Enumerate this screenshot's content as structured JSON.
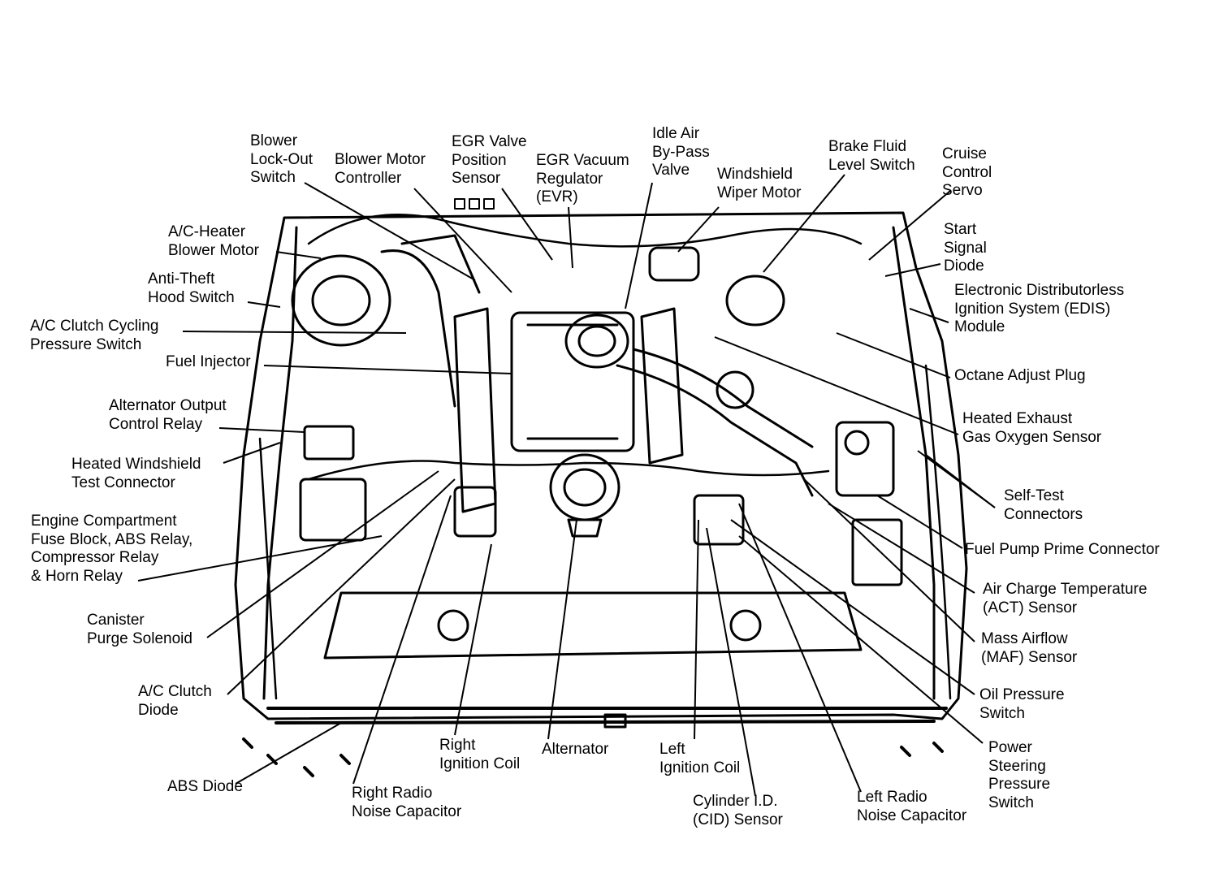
{
  "labels": {
    "blower_lockout_switch": "Blower\nLock-Out\nSwitch",
    "blower_motor_controller": "Blower Motor\nController",
    "egr_valve_position_sensor": "EGR Valve\nPosition\nSensor",
    "egr_vacuum_regulator": "EGR Vacuum\nRegulator\n(EVR)",
    "idle_air_bypass_valve": "Idle Air\nBy-Pass\nValve",
    "windshield_wiper_motor": "Windshield\nWiper Motor",
    "brake_fluid_level_switch": "Brake Fluid\nLevel Switch",
    "cruise_control_servo": "Cruise\nControl\nServo",
    "start_signal_diode": "Start\nSignal\nDiode",
    "edis_module": "Electronic Distributorless\nIgnition System (EDIS)\nModule",
    "octane_adjust_plug": "Octane Adjust Plug",
    "heated_exhaust_gas_oxygen_sensor": "Heated Exhaust\nGas Oxygen Sensor",
    "self_test_connectors": "Self-Test\nConnectors",
    "fuel_pump_prime_connector": "Fuel Pump Prime Connector",
    "air_charge_temperature_sensor": "Air Charge Temperature\n(ACT) Sensor",
    "mass_airflow_sensor": "Mass Airflow\n(MAF) Sensor",
    "oil_pressure_switch": "Oil Pressure\nSwitch",
    "power_steering_pressure_switch": "Power\nSteering\nPressure\nSwitch",
    "left_radio_noise_capacitor": "Left Radio\nNoise Capacitor",
    "cylinder_id_sensor": "Cylinder I.D.\n(CID) Sensor",
    "left_ignition_coil": "Left\nIgnition Coil",
    "alternator": "Alternator",
    "right_ignition_coil": "Right\nIgnition Coil",
    "right_radio_noise_capacitor": "Right Radio\nNoise Capacitor",
    "abs_diode": "ABS Diode",
    "ac_clutch_diode": "A/C Clutch\nDiode",
    "canister_purge_solenoid": "Canister\nPurge Solenoid",
    "engine_compartment_fuse_block": "Engine Compartment\nFuse Block, ABS Relay,\nCompressor Relay\n& Horn Relay",
    "heated_windshield_test_connector": "Heated Windshield\nTest Connector",
    "alternator_output_control_relay": "Alternator Output\nControl Relay",
    "fuel_injector": "Fuel Injector",
    "ac_clutch_cycling_pressure_switch": "A/C Clutch Cycling\nPressure Switch",
    "anti_theft_hood_switch": "Anti-Theft\nHood Switch",
    "ac_heater_blower_motor": "A/C-Heater\nBlower Motor"
  },
  "colors": {
    "ink": "#000000",
    "paper": "#ffffff"
  }
}
